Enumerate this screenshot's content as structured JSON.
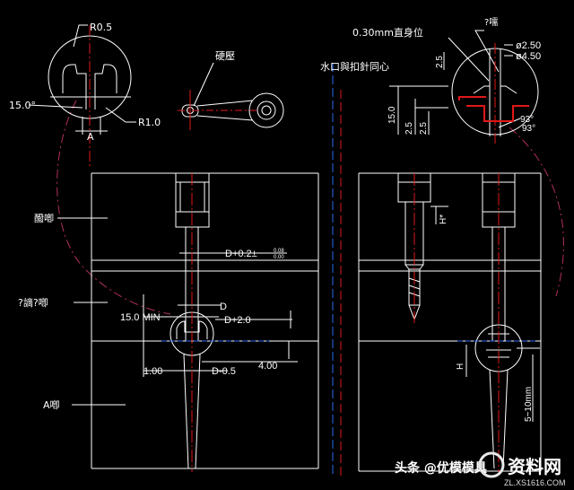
{
  "drawing": {
    "colors": {
      "background": "#000000",
      "part_outline": "#ffffff",
      "dimension": "#ffffff",
      "centerline": "#e01818",
      "hidden_circle": "#b0305a",
      "stripper_plate_line": "#2a6cf0",
      "gate_boss": "#e8e8e8"
    },
    "left_detail": {
      "radius_top": "R0.5",
      "angle": "15.0°",
      "radius_bottom": "R1.0",
      "width_label": "A"
    },
    "hardened_label": "硬壓",
    "left_view": {
      "plate_top_label": "醱喞",
      "plate_mid_label": "?謫?喞",
      "plate_bottom_label": "A喞",
      "dim_d_plus_02": "D+0.2±",
      "tol_upper": "0.08",
      "tol_lower": "0.00",
      "dim_d": "D",
      "dim_min": "15.0 MIN",
      "dim_d_plus_2": "D+2.0",
      "dim_1_00": "1.00",
      "dim_d_minus_05": "D-0.5",
      "dim_4_00": "4.00"
    },
    "right_view": {
      "title": "水口與扣針同心",
      "straight_section": "0.30mm直身位",
      "question_label": "?嚅",
      "dia_2_50": "ø2.50",
      "dia_4_50": "ø4.50",
      "dim_2_5_a": "2.5",
      "dim_15_0": "15.0",
      "dim_2_5_b": "2.5",
      "dim_2_5_c": "2.5",
      "angle_93": "93°",
      "angle_93_b": "93°",
      "dim_h_star": "H*",
      "dim_h": "H",
      "dim_5_10": "5~10mm"
    },
    "watermark": {
      "author": "头条 @优模模具",
      "site": "资料网",
      "url": "ZL.XS1616.COM"
    }
  }
}
